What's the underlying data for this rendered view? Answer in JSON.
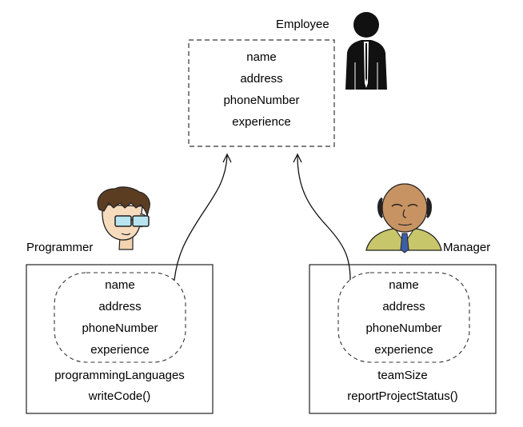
{
  "employee": {
    "title": "Employee",
    "attributes": [
      "name",
      "address",
      "phoneNumber",
      "experience"
    ]
  },
  "programmer": {
    "title": "Programmer",
    "inherited": [
      "name",
      "address",
      "phoneNumber",
      "experience"
    ],
    "own": [
      "programmingLanguages",
      "writeCode()"
    ]
  },
  "manager": {
    "title": "Manager",
    "inherited": [
      "name",
      "address",
      "phoneNumber",
      "experience"
    ],
    "own": [
      "teamSize",
      "reportProjectStatus()"
    ]
  },
  "icons": [
    "employee-silhouette-icon",
    "programmer-avatar-icon",
    "manager-avatar-icon"
  ]
}
